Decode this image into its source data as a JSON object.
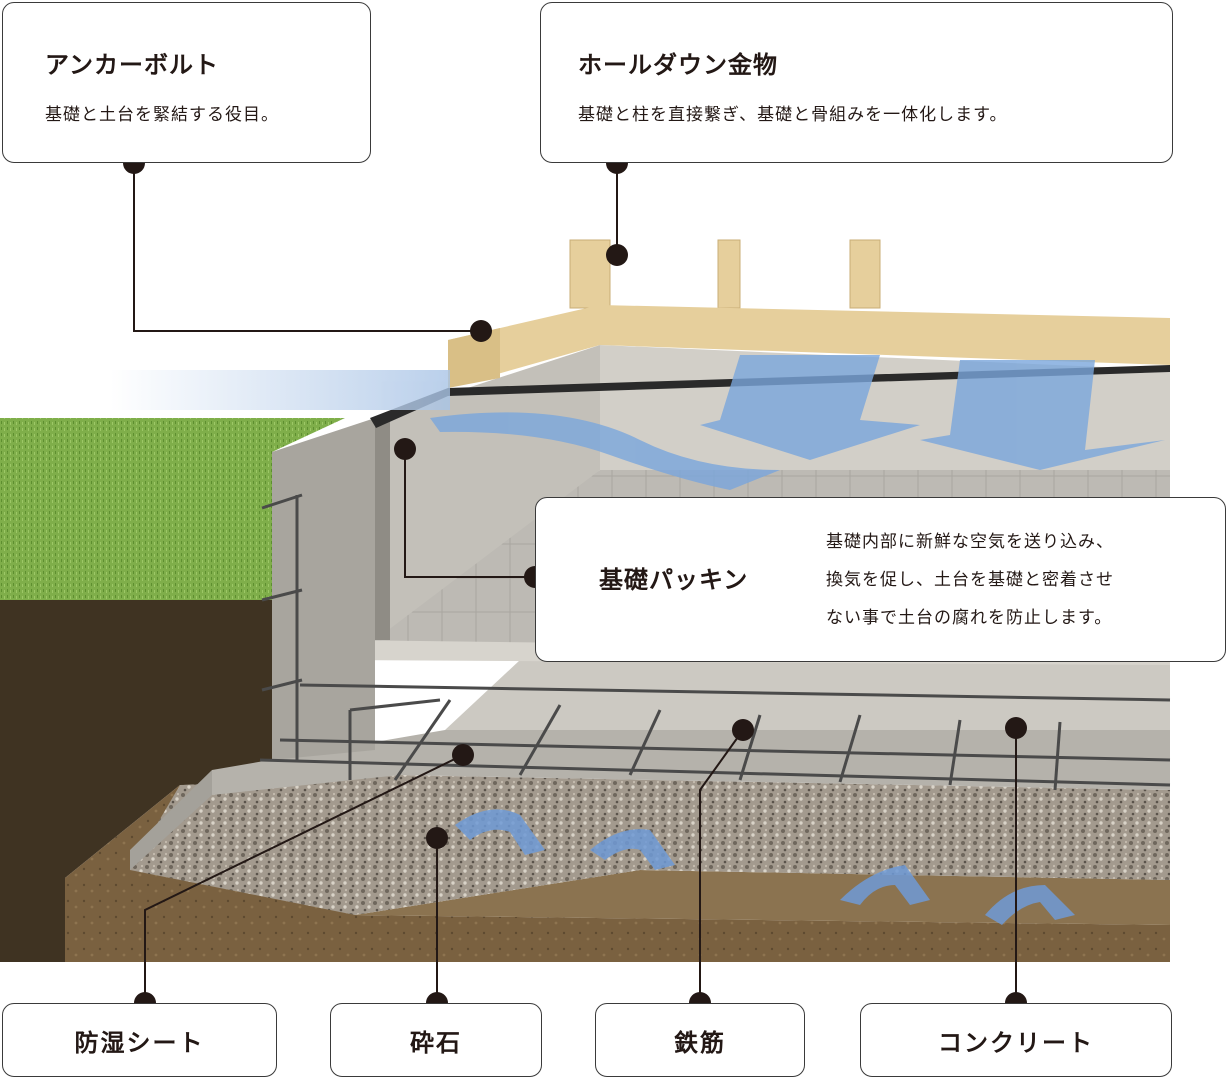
{
  "callouts": {
    "anchor_bolt": {
      "title": "アンカーボルト",
      "desc": "基礎と土台を緊結する役目。"
    },
    "hold_down": {
      "title": "ホールダウン金物",
      "desc": "基礎と柱を直接繋ぎ、基礎と骨組みを一体化します。"
    },
    "packing": {
      "title": "基礎パッキン",
      "desc_lines": [
        "基礎内部に新鮮な空気を送り込み、",
        "換気を促し、土台を基礎と密着させ",
        "ない事で土台の腐れを防止します。"
      ]
    }
  },
  "bottom_labels": {
    "moisture_sheet": "防湿シート",
    "crushed_stone": "砕石",
    "rebar": "鉄筋",
    "concrete": "コンクリート"
  },
  "colors": {
    "outline": "#3a3a3a",
    "leader": "#231815",
    "lawn": "#7fae4a",
    "soil": "#6b5536",
    "gravel": "#9a9186",
    "concrete": "#c9c7c1",
    "wood": "#e6cf9c",
    "airflow": "#7aa6dc"
  },
  "icons": {
    "leader_dot": "filled-circle",
    "airflow": "blue-arrow"
  }
}
